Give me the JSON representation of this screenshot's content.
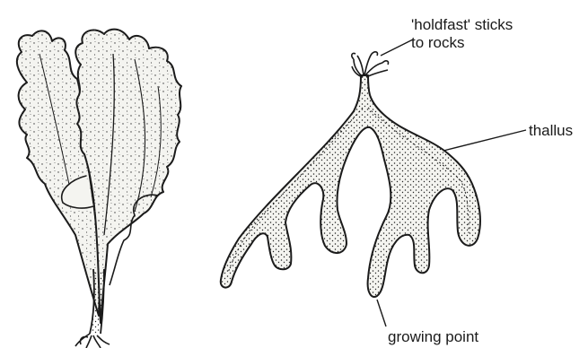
{
  "labels": {
    "holdfast_line1": "'holdfast' sticks",
    "holdfast_line2": "to rocks",
    "thallus": "thallus",
    "growing_point": "growing point"
  },
  "colors": {
    "ink": "#1a1a1a",
    "background": "#ffffff",
    "frond_fill": "#f4f4f0"
  },
  "icons": {
    "left_specimen": "leafy-seaweed-illustration",
    "right_specimen": "branched-seaweed-illustration"
  }
}
